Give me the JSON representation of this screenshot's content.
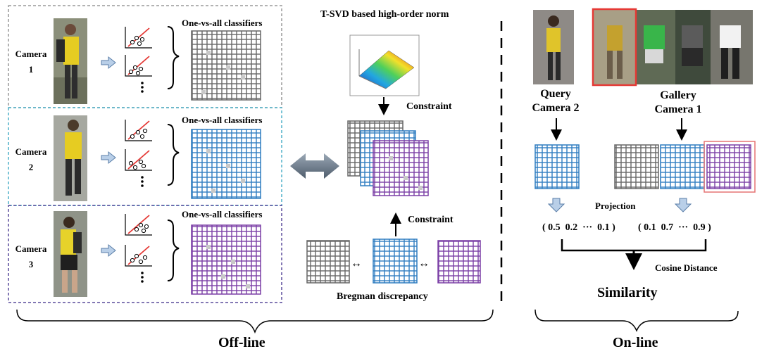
{
  "offline": {
    "label": "Off-line",
    "cameras": [
      {
        "label_line1": "Camera",
        "label_line2": "1",
        "classifier_title": "One-vs-all classifiers",
        "matrix_color": "#666666"
      },
      {
        "label_line1": "Camera",
        "label_line2": "2",
        "classifier_title": "One-vs-all classifiers",
        "matrix_color": "#2f7dc1"
      },
      {
        "label_line1": "Camera",
        "label_line2": "3",
        "classifier_title": "One-vs-all classifiers",
        "matrix_color": "#7b3fa6"
      }
    ],
    "tsvd_title": "T-SVD based high-order norm",
    "constraint_top": "Constraint",
    "constraint_bottom": "Constraint",
    "bregman_label": "Bregman discrepancy",
    "double_arrow": "↔"
  },
  "online": {
    "label": "On-line",
    "query_line1": "Query",
    "query_line2": "Camera 2",
    "gallery_line1": "Gallery",
    "gallery_line2": "Camera 1",
    "projection_label": "Projection",
    "vector_query": "( 0.5  0.2  ···  0.1 )",
    "vector_gallery": "( 0.1  0.7  ···  0.9 )",
    "cosine_label": "Cosine Distance",
    "similarity_label": "Similarity",
    "highlight_color": "#e53935"
  }
}
